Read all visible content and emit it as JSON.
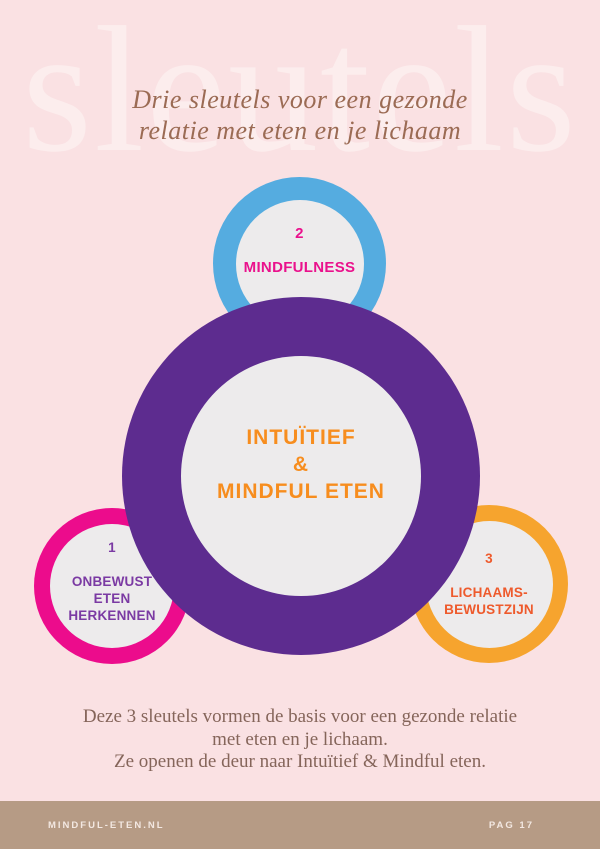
{
  "page": {
    "watermark": "sleutels",
    "title": "Drie sleutels voor een gezonde\nrelatie met eten en je lichaam",
    "background_color": "#FAE1E3",
    "watermark_color": "#FCEDED",
    "title_color": "#9B6B54"
  },
  "diagram": {
    "center": {
      "label": "INTUÏTIEF\n&\nMINDFUL ETEN",
      "ring_color": "#5D2C8F",
      "inner_color": "#EDEBEC",
      "text_color": "#F78D1E"
    },
    "nodes": [
      {
        "number": "2",
        "label": "MINDFULNESS",
        "position": "top",
        "ring_color": "#55ACE0",
        "text_color": "#EA118C"
      },
      {
        "number": "1",
        "label": "ONBEWUST\nETEN\nHERKENNEN",
        "position": "bottom-left",
        "ring_color": "#EC0C8C",
        "text_color": "#7B3AA3"
      },
      {
        "number": "3",
        "label": "LICHAAMS-\nBEWUSTZIJN",
        "position": "bottom-right",
        "ring_color": "#F6A42E",
        "text_color": "#EE5A2C"
      }
    ]
  },
  "caption": "Deze 3 sleutels vormen de basis voor een gezonde relatie\nmet eten en je lichaam.\nZe openen de deur naar Intuïtief & Mindful eten.",
  "footer": {
    "left": "MINDFUL-ETEN.NL",
    "right": "PAG 17",
    "bar_color": "#B69B85",
    "text_color": "#F3E8E2"
  }
}
